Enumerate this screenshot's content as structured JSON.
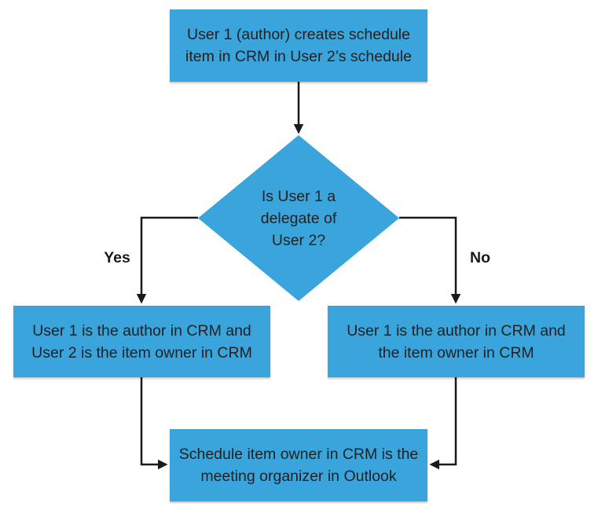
{
  "diagram_type": "flowchart",
  "colors": {
    "node_fill": "#3aa5dc",
    "node_text": "#212121",
    "connector": "#1a1a1a",
    "background": "#ffffff"
  },
  "nodes": {
    "start": {
      "shape": "rectangle",
      "text": "User 1 (author) creates schedule item in CRM in User 2’s schedule"
    },
    "decision": {
      "shape": "diamond",
      "text": "Is User 1 a delegate of User 2?"
    },
    "yes_result": {
      "shape": "rectangle",
      "text": "User 1 is the author in CRM and User 2 is the item owner in CRM"
    },
    "no_result": {
      "shape": "rectangle",
      "text": "User 1 is the author in CRM and the item owner in CRM"
    },
    "end": {
      "shape": "rectangle",
      "text": "Schedule item owner in CRM is the meeting organizer in Outlook"
    }
  },
  "edges": [
    {
      "from": "start",
      "to": "decision",
      "label": ""
    },
    {
      "from": "decision",
      "to": "yes_result",
      "label": "Yes"
    },
    {
      "from": "decision",
      "to": "no_result",
      "label": "No"
    },
    {
      "from": "yes_result",
      "to": "end",
      "label": ""
    },
    {
      "from": "no_result",
      "to": "end",
      "label": ""
    }
  ]
}
